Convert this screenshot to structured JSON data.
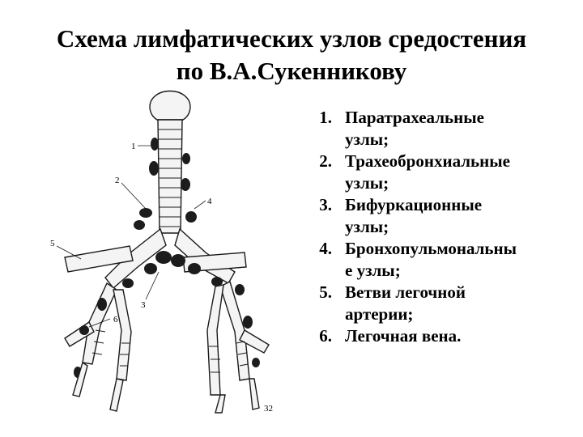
{
  "title": {
    "line1": "Схема лимфатических узлов средостения",
    "line2": "по В.А.Сукенникову"
  },
  "legend": [
    {
      "num": "1.",
      "lines": [
        "Паратрахеальные",
        "узлы;"
      ]
    },
    {
      "num": "2.",
      "lines": [
        "Трахеобронхиальные",
        "узлы;"
      ]
    },
    {
      "num": "3.",
      "lines": [
        "Бифуркационные",
        "узлы;"
      ]
    },
    {
      "num": "4.",
      "lines": [
        "Бронхопульмональны",
        "е узлы;"
      ]
    },
    {
      "num": "5.",
      "lines": [
        "Ветви легочной",
        "артерии;"
      ]
    },
    {
      "num": "6.",
      "lines": [
        "Легочная вена."
      ]
    }
  ],
  "figure": {
    "labels": [
      "1",
      "2",
      "3",
      "4",
      "5",
      "6"
    ],
    "page_number": "32",
    "colors": {
      "line": "#1a1a1a",
      "node": "#1c1c1c",
      "fill": "#f4f4f4"
    }
  }
}
